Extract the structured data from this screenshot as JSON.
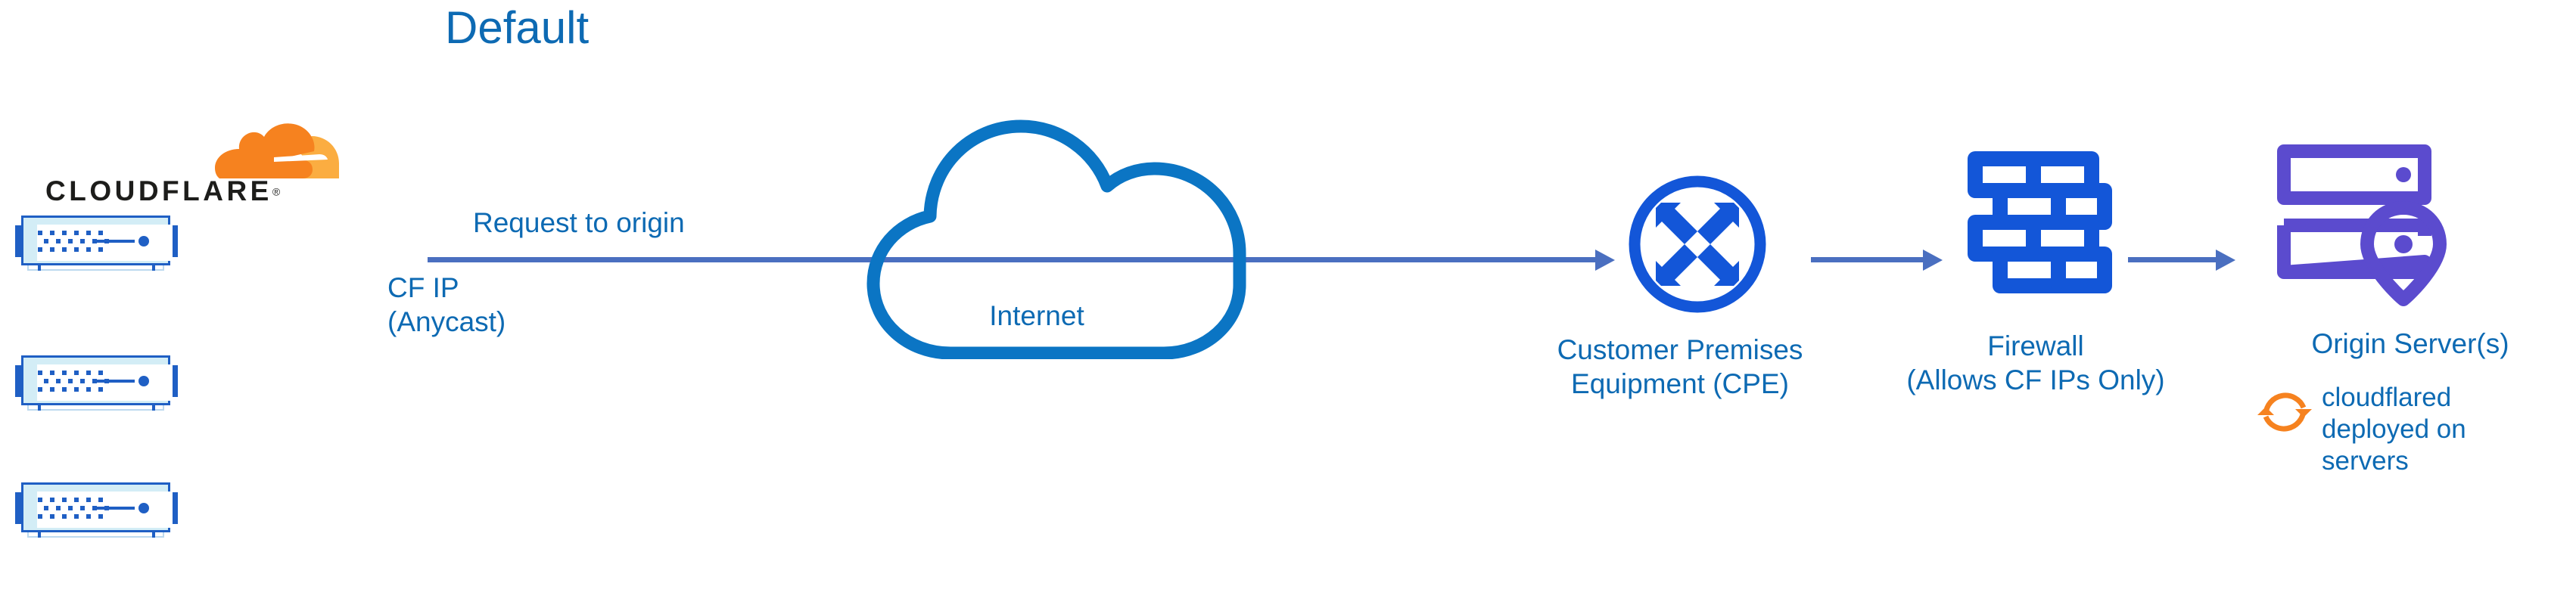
{
  "title": "Default",
  "colors": {
    "title_blue": "#0d6ab3",
    "label_blue": "#0d6ab3",
    "arrow_blue": "#4a6fc0",
    "cloud_outline_blue": "#0b75c4",
    "icon_blue": "#1356d8",
    "rack_blue": "#1f5fc4",
    "rack_fill": "#d3edf6",
    "origin_purple": "#5b4bce",
    "cloudflare_orange": "#f6821f",
    "cloudflare_orange_light": "#fbad41",
    "wordmark_black": "#1d1d1b"
  },
  "brand": {
    "wordmark": "CLOUDFLARE",
    "registered_mark": "®",
    "cloud_icon": "cloudflare-cloud-icon"
  },
  "edges": {
    "request_to_origin": "Request to origin",
    "cf_ip": "CF IP\n(Anycast)"
  },
  "nodes": {
    "servers": {
      "icon": "server-rack-icon",
      "count": 3
    },
    "internet": {
      "label": "Internet",
      "icon": "cloud-outline-icon"
    },
    "cpe": {
      "label": "Customer Premises\nEquipment (CPE)",
      "icon": "router-icon"
    },
    "firewall": {
      "label": "Firewall\n(Allows CF IPs Only)",
      "icon": "brick-wall-icon"
    },
    "origin": {
      "label": "Origin Server(s)",
      "icon": "server-location-icon",
      "annotation": "cloudflared\ndeployed on\nservers",
      "annotation_icon": "sync-arrows-icon"
    }
  }
}
